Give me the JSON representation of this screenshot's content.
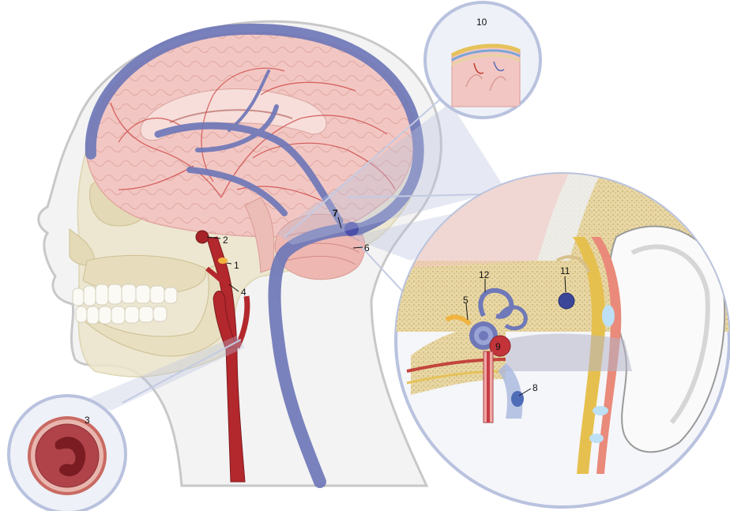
{
  "labels": {
    "l1": "1",
    "l2": "2",
    "l3": "3",
    "l4": "4",
    "l5": "5",
    "l6": "6",
    "l7": "7",
    "l8": "8",
    "l9": "9",
    "l10": "10",
    "l11": "11",
    "l12": "12"
  },
  "colors": {
    "artery": "#b3282d",
    "vein": "#6f78b8",
    "brain": "#f1c6c2",
    "skull": "#ece4c8",
    "skin": "#f2f2f2",
    "inset_ring": "#b9c2de",
    "bone": "#e6d29a",
    "cartilage": "#f3ede6"
  }
}
